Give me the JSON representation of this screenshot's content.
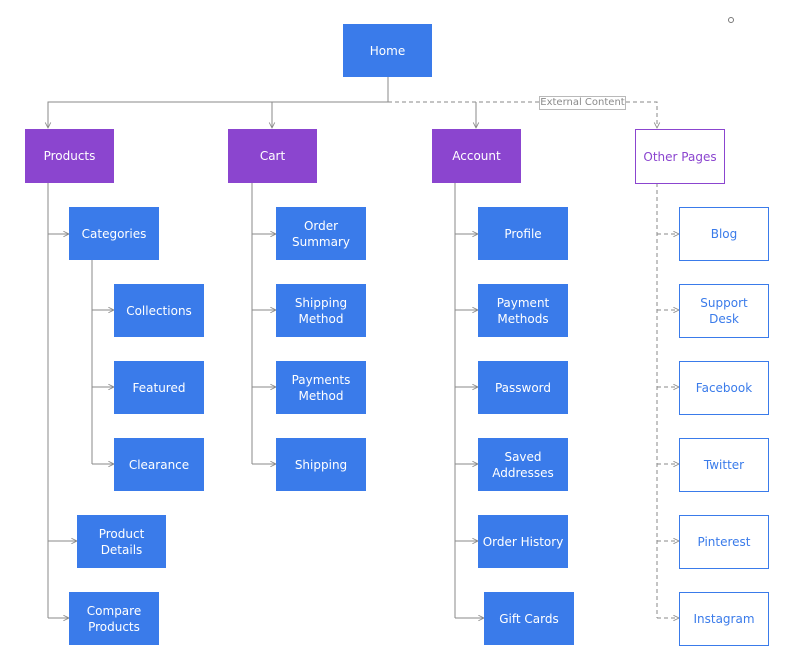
{
  "diagram": {
    "nodes": {
      "home": "Home",
      "products": "Products",
      "cart": "Cart",
      "account": "Account",
      "other_pages": "Other Pages",
      "categories": "Categories",
      "collections": "Collections",
      "featured": "Featured",
      "clearance": "Clearance",
      "product_details": [
        "Product",
        "Details"
      ],
      "compare_products": [
        "Compare",
        "Products"
      ],
      "order_summary": [
        "Order",
        "Summary"
      ],
      "shipping_method": [
        "Shipping",
        "Method"
      ],
      "payments_method": [
        "Payments",
        "Method"
      ],
      "shipping": "Shipping",
      "profile": "Profile",
      "payment_methods": [
        "Payment",
        "Methods"
      ],
      "password": "Password",
      "saved_addresses": [
        "Saved",
        "Addresses"
      ],
      "order_history": "Order History",
      "gift_cards": "Gift Cards",
      "blog": "Blog",
      "support_desk": [
        "Support",
        "Desk"
      ],
      "facebook": "Facebook",
      "twitter": "Twitter",
      "pinterest": "Pinterest",
      "instagram": "Instagram"
    },
    "external_label": "External Content",
    "colors": {
      "primary_blue": "#3a7bea",
      "section_purple": "#8b45cf",
      "connector_gray": "#8a8a8a"
    }
  }
}
